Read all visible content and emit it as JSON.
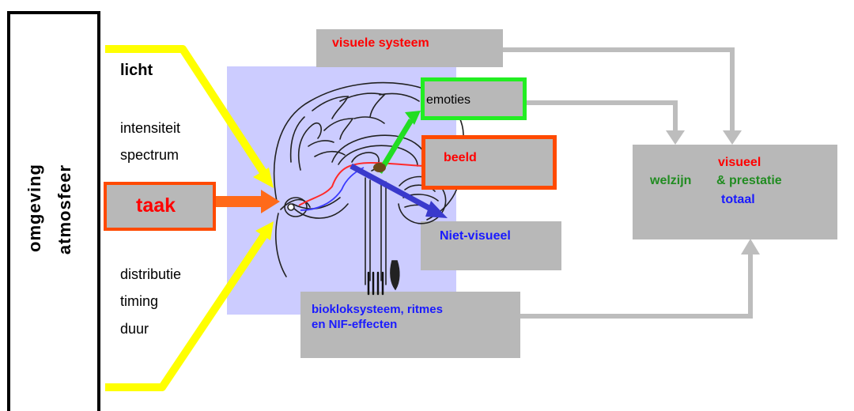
{
  "environment": {
    "line1": "omgeving",
    "line2": "atmosfeer"
  },
  "light": {
    "title": "licht",
    "properties_top": [
      "intensiteit",
      "spectrum"
    ],
    "properties_bottom": [
      "distributie",
      "timing",
      "duur"
    ]
  },
  "task_label": "taak",
  "visual_system_label": "visuele systeem",
  "emotions_label": "emoties",
  "image_label": "beeld",
  "non_visual_label": "Niet-visueel",
  "bioclock": {
    "line1": "biokloksysteem, ritmes",
    "line2": "en NIF-effecten"
  },
  "outcome": {
    "visual": "visueel",
    "wellbeing": "welzijn",
    "performance": "& prestatie",
    "total": "totaal"
  },
  "colors": {
    "yellow_arrow": "#ffff00",
    "orange_arrow": "#ff6a1a",
    "green_arrow": "#22dd22",
    "blue_arrow": "#3a3acc",
    "gray_box": "#b8b8b8",
    "gray_connector": "#bdbdbd",
    "brain_bg": "#ccccff",
    "red_text": "#ff0000",
    "green_text": "#218c21",
    "blue_text": "#1a1aff",
    "orange_border": "#ff4a00"
  }
}
